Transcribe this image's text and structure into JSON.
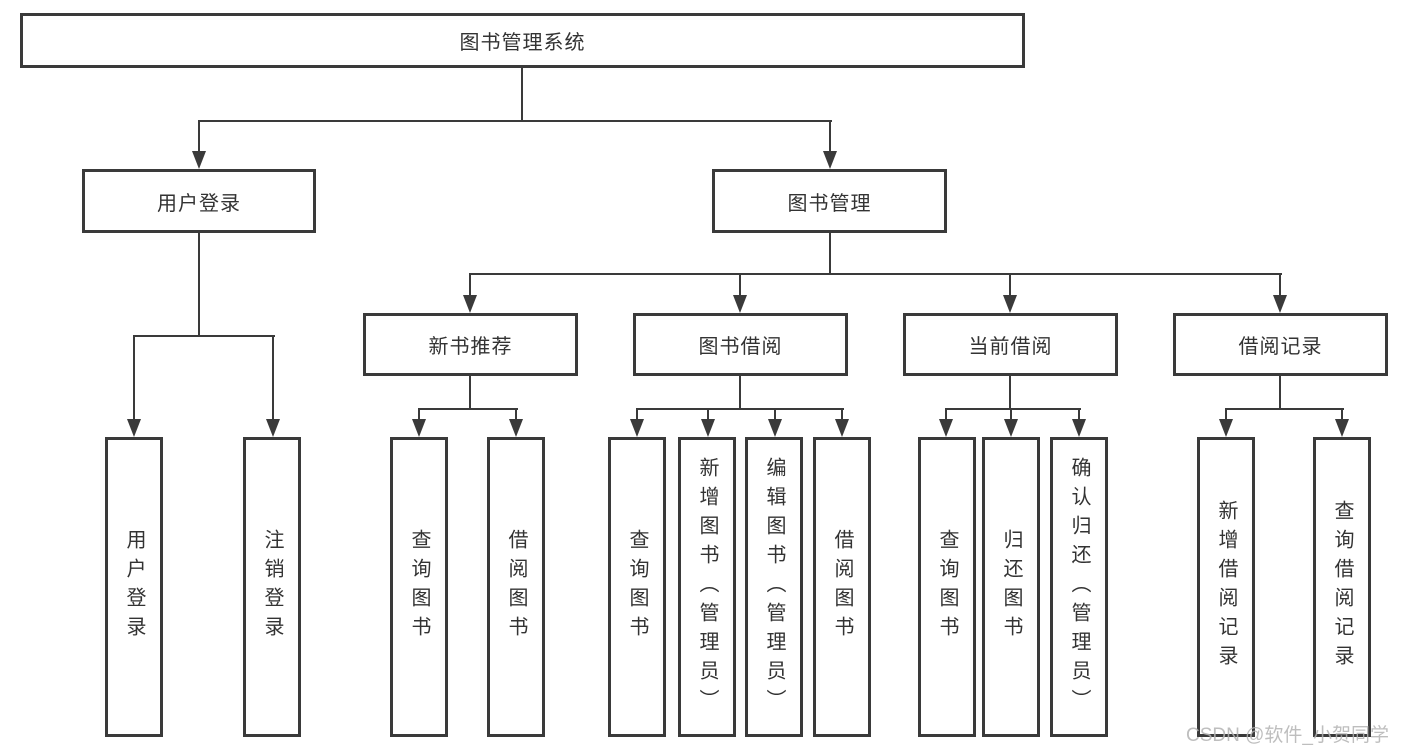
{
  "diagram": {
    "root": "图书管理系统",
    "branches": [
      {
        "label": "用户登录",
        "children": [
          "用户登录",
          "注销登录"
        ]
      },
      {
        "label": "图书管理",
        "sections": [
          {
            "label": "新书推荐",
            "children": [
              "查询图书",
              "借阅图书"
            ]
          },
          {
            "label": "图书借阅",
            "children": [
              "查询图书",
              "新增图书（管理员）",
              "编辑图书（管理员）",
              "借阅图书"
            ]
          },
          {
            "label": "当前借阅",
            "children": [
              "查询图书",
              "归还图书",
              "确认归还（管理员）"
            ]
          },
          {
            "label": "借阅记录",
            "children": [
              "新增借阅记录",
              "查询借阅记录"
            ]
          }
        ]
      }
    ]
  },
  "watermark": {
    "text": "CSDN @软件_小贺同学"
  },
  "colors": {
    "line": "#3a3a3a",
    "box_border": "#3a3a3a",
    "text": "#333333",
    "watermark": "#b3b3b3"
  }
}
